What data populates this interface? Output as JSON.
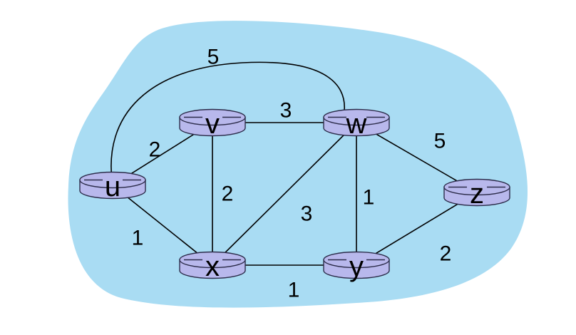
{
  "colors": {
    "cloud": "#a9dcf3",
    "router_body": "#b8b8ec",
    "router_outline": "#2c2c4a"
  },
  "nodes": [
    {
      "id": "u",
      "label": "u"
    },
    {
      "id": "v",
      "label": "v"
    },
    {
      "id": "w",
      "label": "w"
    },
    {
      "id": "x",
      "label": "x"
    },
    {
      "id": "y",
      "label": "y"
    },
    {
      "id": "z",
      "label": "z"
    }
  ],
  "edges": [
    {
      "from": "u",
      "to": "w",
      "weight": "5"
    },
    {
      "from": "u",
      "to": "v",
      "weight": "2"
    },
    {
      "from": "u",
      "to": "x",
      "weight": "1"
    },
    {
      "from": "v",
      "to": "w",
      "weight": "3"
    },
    {
      "from": "v",
      "to": "x",
      "weight": "2"
    },
    {
      "from": "w",
      "to": "x",
      "weight": "3"
    },
    {
      "from": "w",
      "to": "y",
      "weight": "1"
    },
    {
      "from": "w",
      "to": "z",
      "weight": "5"
    },
    {
      "from": "x",
      "to": "y",
      "weight": "1"
    },
    {
      "from": "y",
      "to": "z",
      "weight": "2"
    }
  ]
}
